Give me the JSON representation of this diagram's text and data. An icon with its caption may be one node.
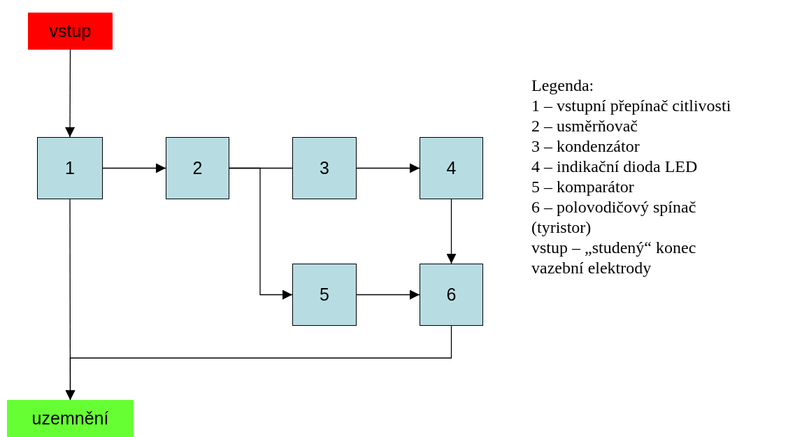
{
  "diagram": {
    "nodes": [
      {
        "text": [
          "vstup"
        ]
      },
      {
        "text": [
          "1"
        ]
      },
      {
        "text": [
          "2"
        ]
      },
      {
        "text": [
          "3"
        ]
      },
      {
        "text": [
          "4"
        ]
      },
      {
        "text": [
          "5"
        ]
      },
      {
        "text": [
          "6"
        ]
      },
      {
        "text": [
          "uzemnění"
        ]
      }
    ],
    "edges": [
      {
        "from": 0,
        "to": 1,
        "arrow": "to"
      },
      {
        "from": 1,
        "to": 2,
        "arrow": "to"
      },
      {
        "from": 2,
        "to": 3,
        "arrow": "none"
      },
      {
        "from": 2,
        "to": 5,
        "arrow": "to"
      },
      {
        "from": 3,
        "to": 4,
        "arrow": "to"
      },
      {
        "from": 4,
        "to": 6,
        "arrow": "to"
      },
      {
        "from": 5,
        "to": 6,
        "arrow": "to"
      },
      {
        "from": 1,
        "to": 7,
        "arrow": "to"
      },
      {
        "from": 6,
        "to": 7,
        "arrow": "to"
      }
    ],
    "labels": [
      "Legenda:",
      "1 – vstupní přepínač citlivosti",
      "2 – usměrňovač",
      "3 – kondenzátor",
      "4 – indikační dioda LED",
      "5 – komparátor",
      "6 – polovodičový spínač (tyristor)",
      "vstup – „studený“ konec vazební elektrody"
    ]
  }
}
